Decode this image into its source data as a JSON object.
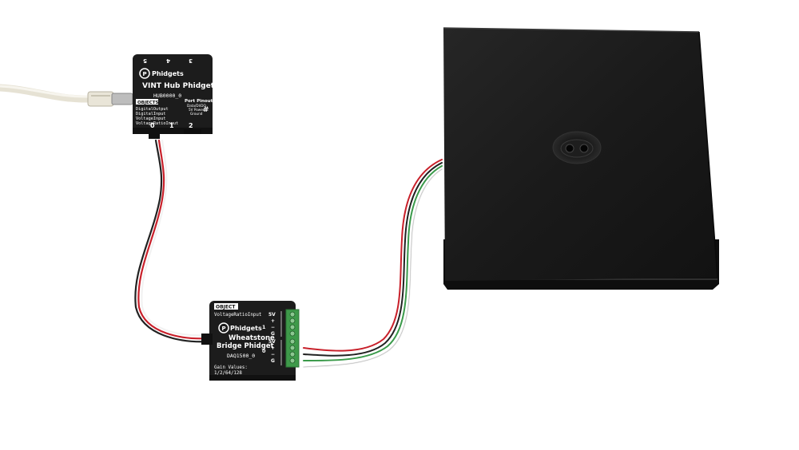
{
  "hub": {
    "brand": "Phidgets",
    "title": "VINT Hub Phidget",
    "part": "HUB0000_0",
    "object_tag": "OBJECTS",
    "objects": [
      "DigitalOutput",
      "DigitalInput",
      "VoltageInput",
      "VoltageRatioInput"
    ],
    "pinout_title": "Port Pinout:",
    "pinout_lines": [
      "Data/DI/DO",
      "5V Power",
      "Ground"
    ],
    "pinout_symbol": "#",
    "top_ports": [
      "5",
      "4",
      "3"
    ],
    "bottom_ports": [
      "0",
      "1",
      "2"
    ]
  },
  "bridge": {
    "object_tag": "OBJECT",
    "object": "VoltageRatioInput",
    "brand": "Phidgets",
    "title_line1": "Wheatstone",
    "title_line2": "Bridge Phidget",
    "part": "DAQ1500_0",
    "gain_title": "Gain Values:",
    "gain_values": "1/2/64/128",
    "channel_labels": [
      "1",
      "0"
    ],
    "terminal_labels": [
      "5V",
      "+",
      "−",
      "G",
      "5V",
      "+",
      "−",
      "G"
    ]
  },
  "colors": {
    "device_body": "#1c1c1c",
    "platform": "#1b1b1b",
    "terminal_green": "#3e9a4a",
    "wire_red": "#c8202a",
    "usb_cable": "#ece8dc"
  }
}
